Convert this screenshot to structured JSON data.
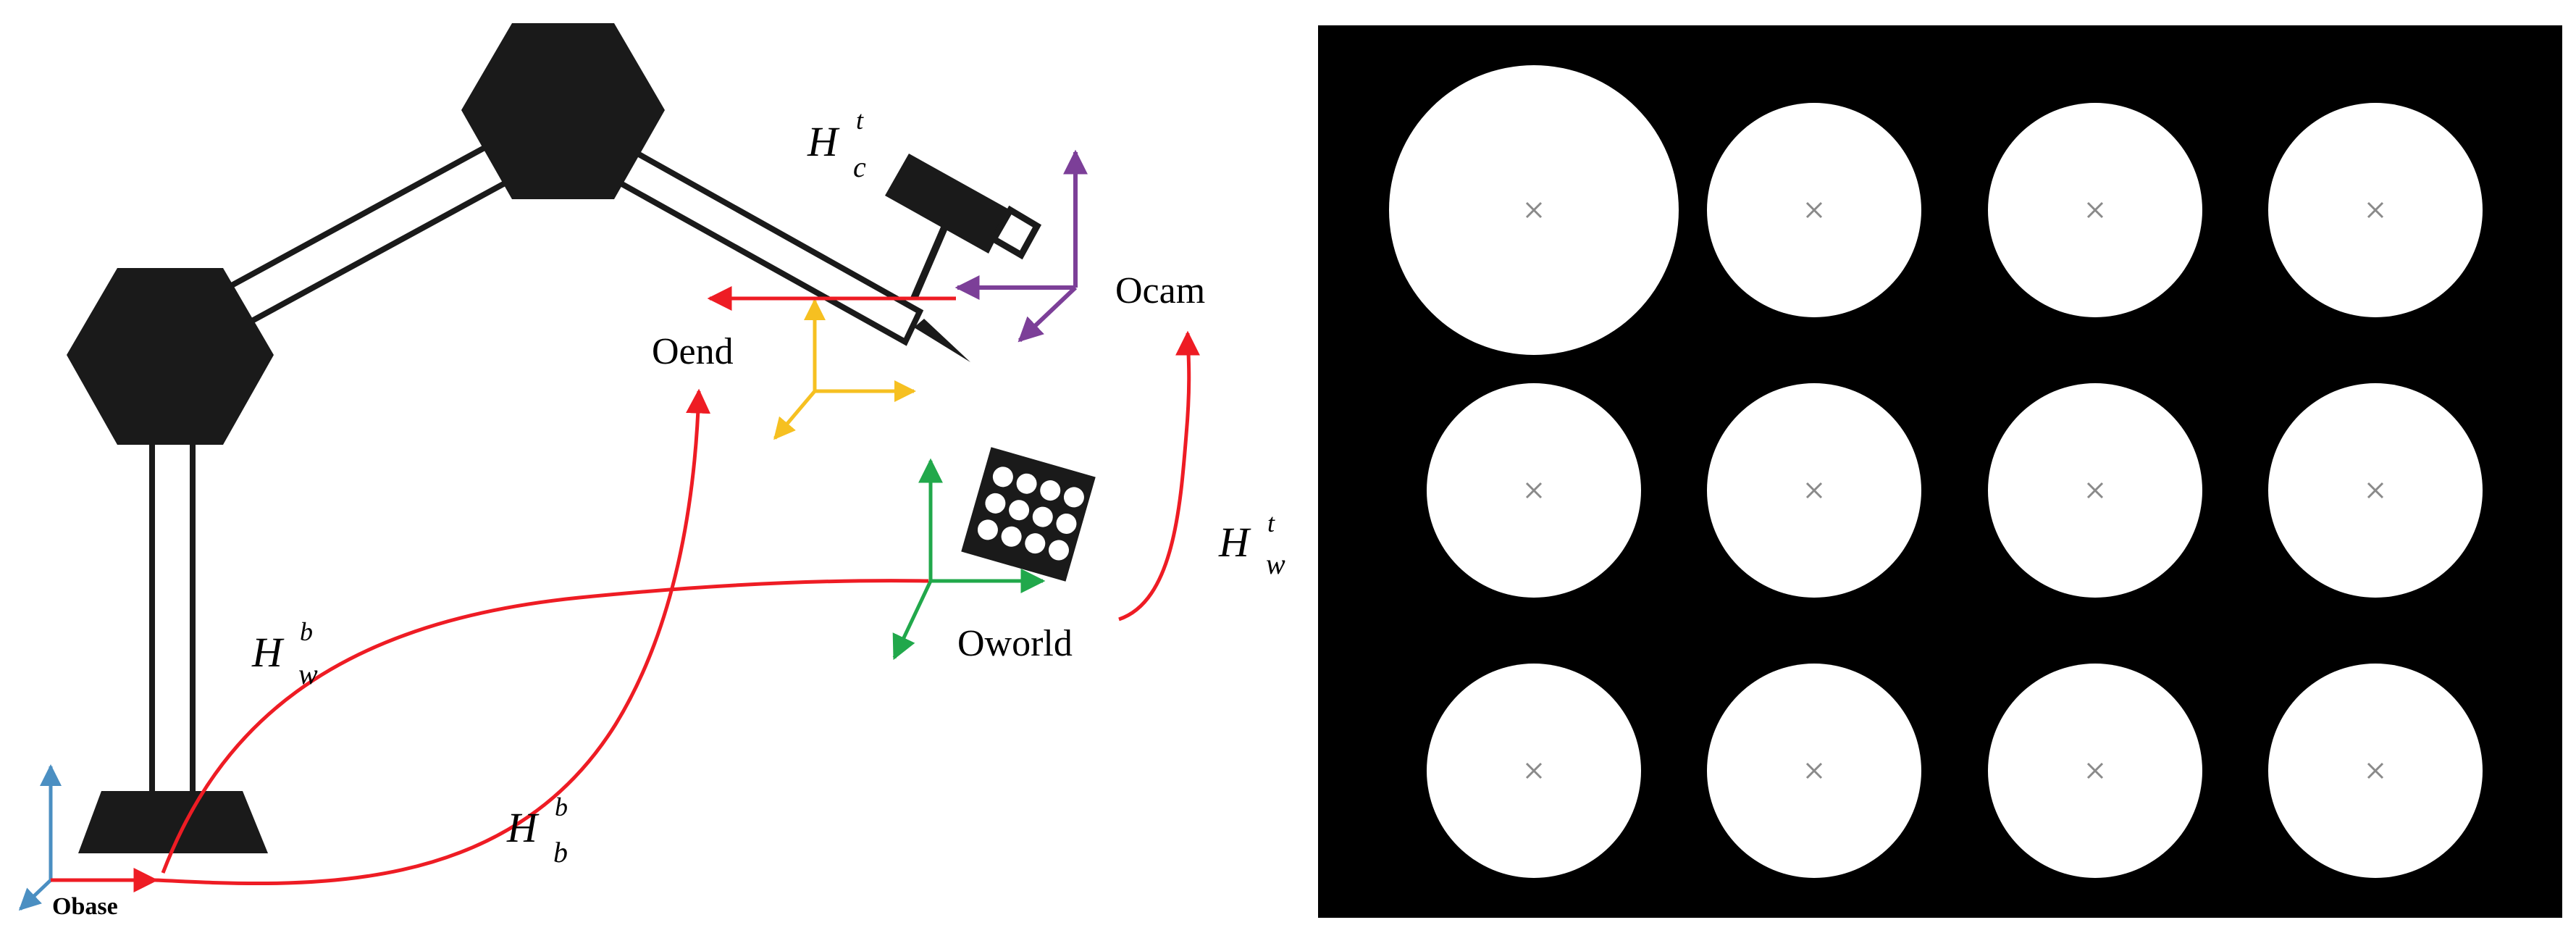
{
  "frames": {
    "base": "Obase",
    "end": "Oend",
    "cam": "Ocam",
    "world": "Oworld"
  },
  "transforms": {
    "cam_to_end": {
      "base": "H",
      "sup": "t",
      "sub": "c"
    },
    "world_to_cam": {
      "base": "H",
      "sup": "t",
      "sub": "w"
    },
    "world_to_base": {
      "base": "H",
      "sup": "b",
      "sub": "w"
    },
    "end_to_base": {
      "base": "H",
      "sup": "b",
      "sub": "b"
    }
  },
  "calibration_board": {
    "rows": 3,
    "cols": 4,
    "large_circle": "row 1, col 1"
  },
  "colors": {
    "transform_arrow": "#ee1c24",
    "base_axes": "#4b8fc2",
    "end_axes": "#f6c021",
    "cam_axes": "#7c3f98",
    "world_axes": "#21a84b",
    "robot": "#1a1a1a",
    "board_background": "#000000",
    "board_circle": "#ffffff",
    "center_marker": "#8a8a8a"
  }
}
